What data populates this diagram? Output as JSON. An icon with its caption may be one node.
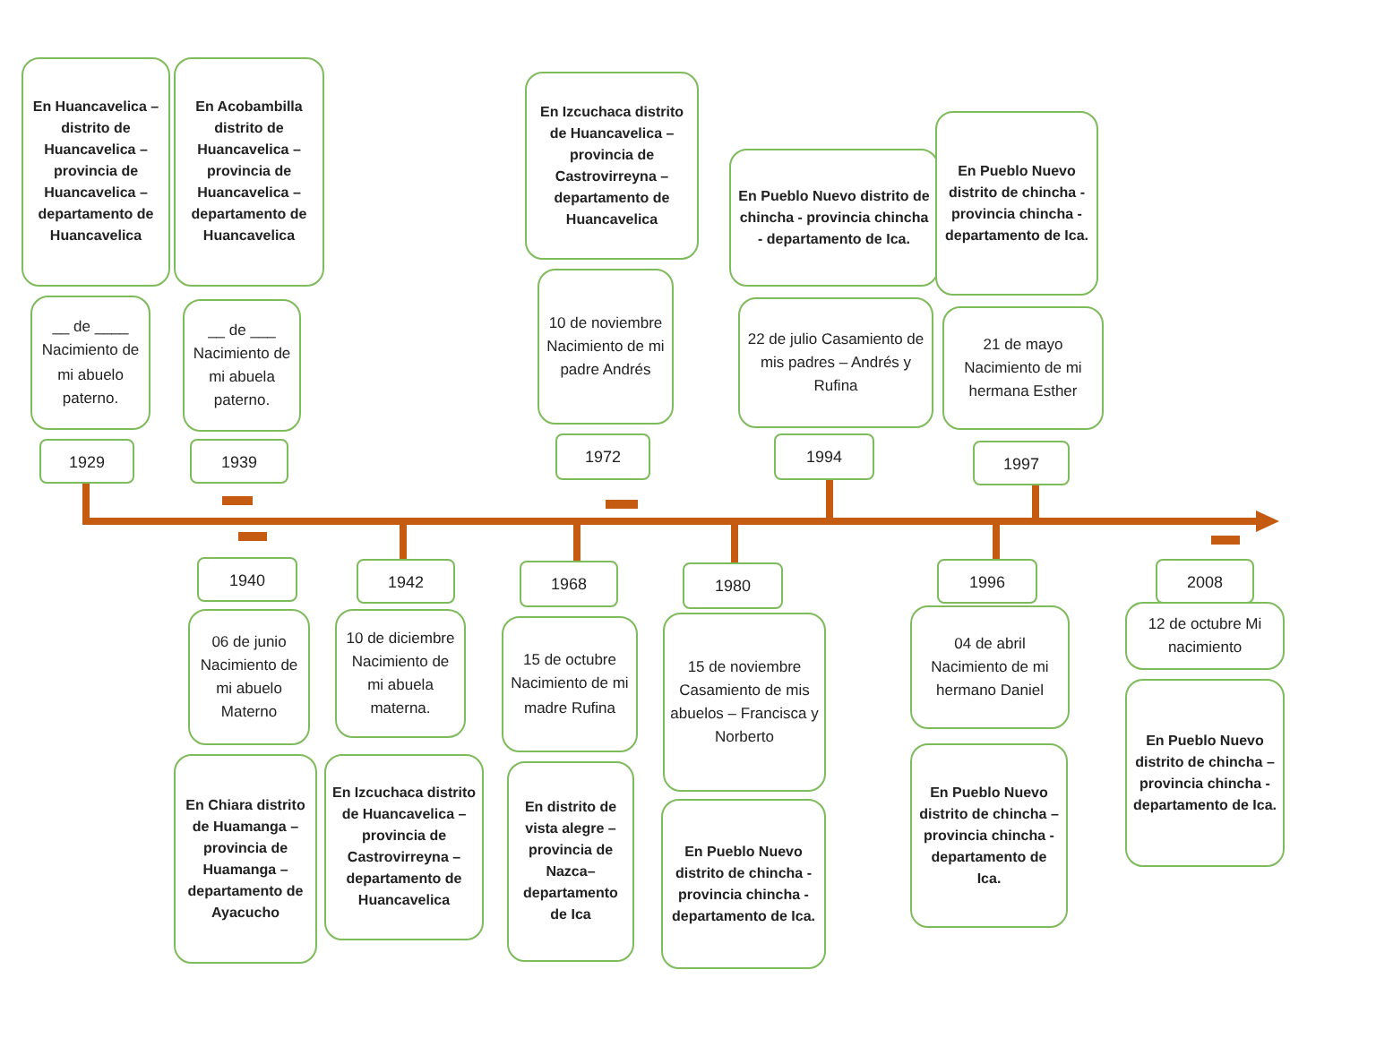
{
  "diagram": {
    "nodes": [
      {
        "text": [
          "En Huancavelica – distrito de Huancavelica – provincia de Huancavelica – departamento de Huancavelica"
        ]
      },
      {
        "text": [
          "__ de ____ Nacimiento de mi abuelo paterno."
        ]
      },
      {
        "text": [
          "1929"
        ]
      },
      {
        "text": [
          "En Acobambilla distrito de Huancavelica – provincia de Huancavelica – departamento de Huancavelica"
        ]
      },
      {
        "text": [
          "__ de ___ Nacimiento de mi abuela paterno."
        ]
      },
      {
        "text": [
          "1939"
        ]
      },
      {
        "text": [
          "En Izcuchaca distrito de Huancavelica – provincia de Castrovirreyna – departamento de Huancavelica"
        ]
      },
      {
        "text": [
          "10 de noviembre Nacimiento de mi padre Andrés"
        ]
      },
      {
        "text": [
          "1972"
        ]
      },
      {
        "text": [
          "En Pueblo Nuevo distrito de chincha - provincia chincha - departamento de Ica."
        ]
      },
      {
        "text": [
          "22 de julio Casamiento de mis padres – Andrés y Rufina"
        ]
      },
      {
        "text": [
          "1994"
        ]
      },
      {
        "text": [
          "En Pueblo Nuevo distrito de chincha - provincia chincha - departamento de Ica."
        ]
      },
      {
        "text": [
          "21 de mayo Nacimiento de mi hermana Esther"
        ]
      },
      {
        "text": [
          "1997"
        ]
      },
      {
        "text": [
          "1940"
        ]
      },
      {
        "text": [
          "06 de junio Nacimiento de mi abuelo Materno"
        ]
      },
      {
        "text": [
          "En Chiara distrito de Huamanga – provincia de Huamanga – departamento de Ayacucho"
        ]
      },
      {
        "text": [
          "1942"
        ]
      },
      {
        "text": [
          "10 de diciembre Nacimiento de mi abuela materna."
        ]
      },
      {
        "text": [
          "En Izcuchaca distrito de Huancavelica – provincia de Castrovirreyna – departamento de Huancavelica"
        ]
      },
      {
        "text": [
          "1968"
        ]
      },
      {
        "text": [
          "15 de octubre Nacimiento de mi madre Rufina"
        ]
      },
      {
        "text": [
          "En distrito de vista alegre – provincia de Nazca– departamento de Ica"
        ]
      },
      {
        "text": [
          "1980"
        ]
      },
      {
        "text": [
          "15 de noviembre Casamiento de mis abuelos – Francisca y Norberto"
        ]
      },
      {
        "text": [
          "En Pueblo Nuevo distrito de chincha - provincia chincha - departamento de Ica."
        ]
      },
      {
        "text": [
          "1996"
        ]
      },
      {
        "text": [
          "04 de abril Nacimiento de mi hermano Daniel"
        ]
      },
      {
        "text": [
          "En Pueblo Nuevo distrito de chincha – provincia chincha - departamento de Ica."
        ]
      },
      {
        "text": [
          "2008"
        ]
      },
      {
        "text": [
          "12 de octubre Mi nacimiento"
        ]
      },
      {
        "text": [
          "En Pueblo Nuevo distrito de chincha – provincia chincha - departamento de Ica."
        ]
      },
      {
        "text": [],
        "shape": "bar"
      }
    ],
    "edges": [
      {
        "from": 2,
        "to": 33,
        "arrow": "none"
      },
      {
        "from": 33,
        "to": 18,
        "arrow": "none"
      },
      {
        "from": 33,
        "to": 21,
        "arrow": "none"
      },
      {
        "from": 33,
        "to": 24,
        "arrow": "none"
      },
      {
        "from": 33,
        "to": 11,
        "arrow": "none"
      },
      {
        "from": 33,
        "to": 27,
        "arrow": "none"
      },
      {
        "from": 33,
        "to": 14,
        "arrow": "none"
      }
    ]
  }
}
